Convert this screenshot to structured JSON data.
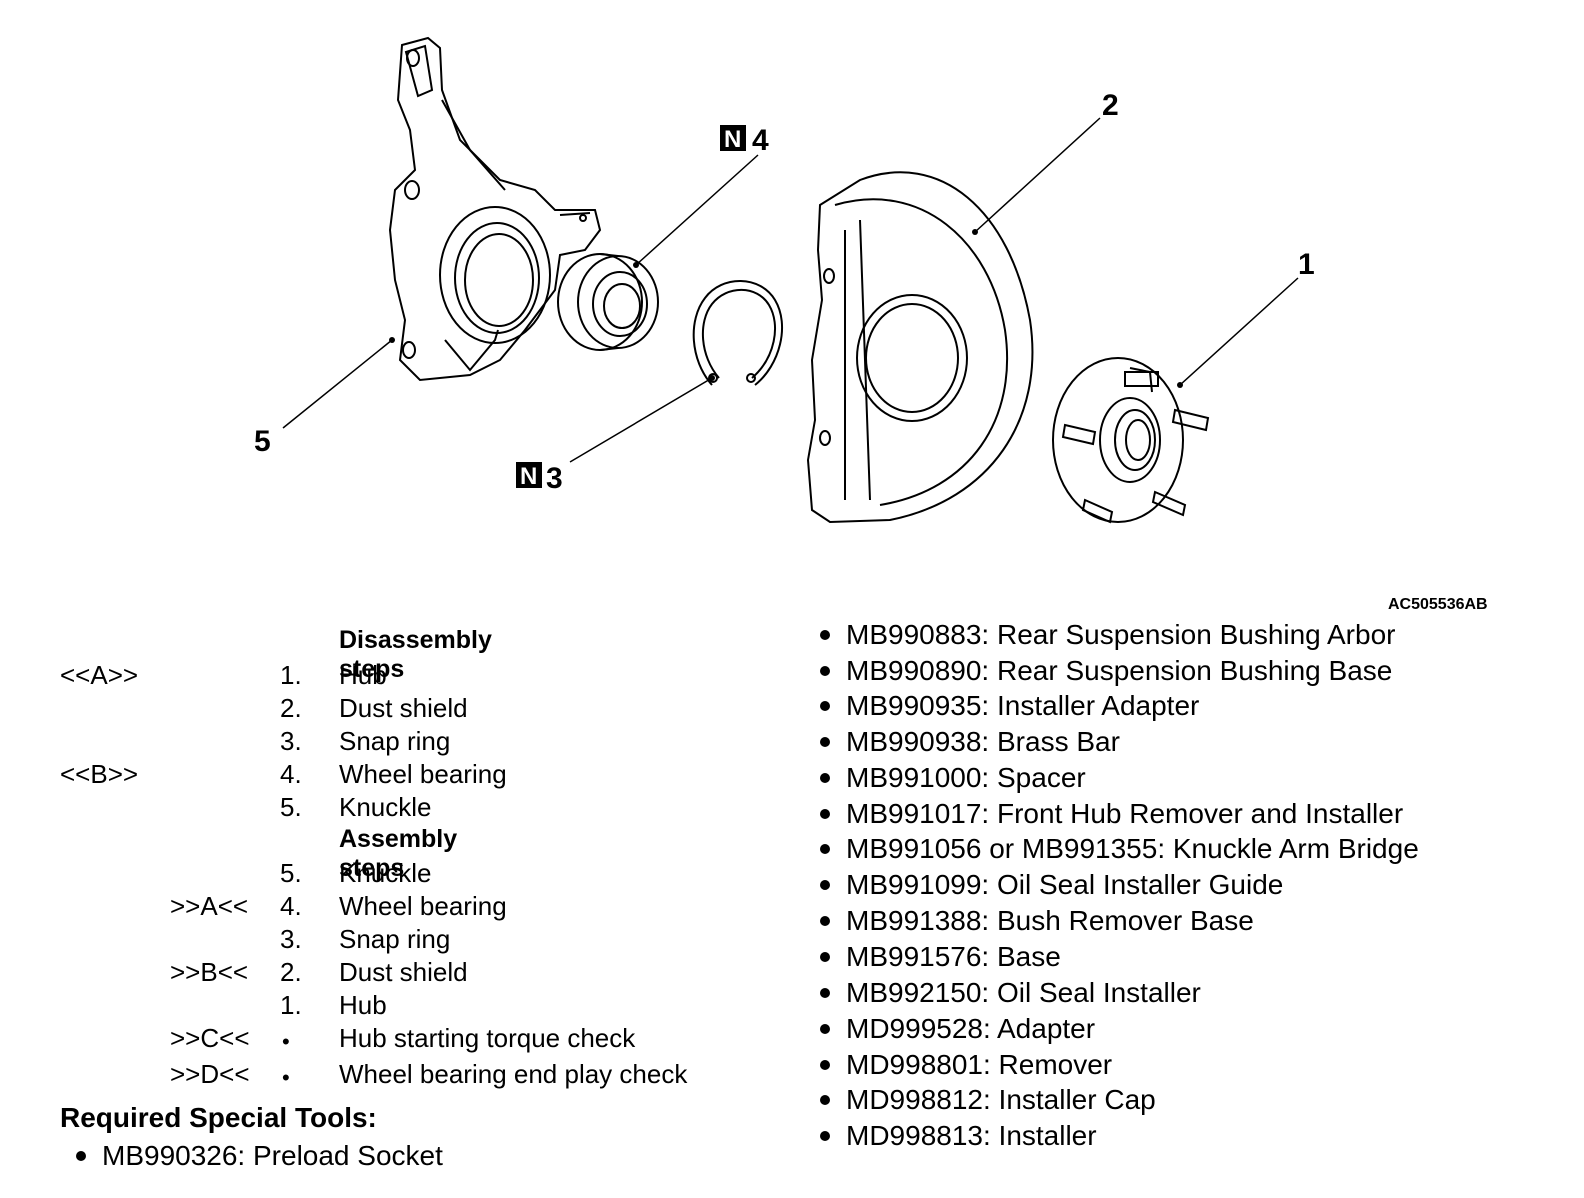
{
  "diagram": {
    "callouts": [
      "1",
      "2",
      "3",
      "4",
      "5"
    ],
    "new_part_mark": "N",
    "figure_id": "AC505536AB",
    "parts_icons": [
      "knuckle-icon",
      "wheel-bearing-icon",
      "snap-ring-icon",
      "dust-shield-icon",
      "hub-icon"
    ]
  },
  "disassembly": {
    "heading": "Disassembly steps",
    "steps": [
      {
        "mark": "<<A>>",
        "num": "1.",
        "text": "Hub"
      },
      {
        "mark": "",
        "num": "2.",
        "text": "Dust shield"
      },
      {
        "mark": "",
        "num": "3.",
        "text": "Snap ring"
      },
      {
        "mark": "<<B>>",
        "num": "4.",
        "text": "Wheel bearing"
      },
      {
        "mark": "",
        "num": "5.",
        "text": "Knuckle"
      }
    ]
  },
  "assembly": {
    "heading": "Assembly steps",
    "steps": [
      {
        "mark": "",
        "num": "5.",
        "text": "Knuckle"
      },
      {
        "mark": ">>A<<",
        "num": "4.",
        "text": "Wheel bearing"
      },
      {
        "mark": "",
        "num": "3.",
        "text": "Snap ring"
      },
      {
        "mark": ">>B<<",
        "num": "2.",
        "text": "Dust shield"
      },
      {
        "mark": "",
        "num": "1.",
        "text": "Hub"
      },
      {
        "mark": ">>C<<",
        "num": "•",
        "text": "Hub starting torque check"
      },
      {
        "mark": ">>D<<",
        "num": "•",
        "text": "Wheel bearing end play check"
      }
    ]
  },
  "tools": {
    "heading": "Required Special Tools:",
    "items": [
      "MB990326: Preload Socket",
      "MB990883: Rear Suspension Bushing Arbor",
      "MB990890: Rear Suspension Bushing Base",
      "MB990935: Installer Adapter",
      "MB990938: Brass Bar",
      "MB991000: Spacer",
      "MB991017: Front Hub Remover and Installer",
      "MB991056 or MB991355: Knuckle Arm Bridge",
      "MB991099: Oil Seal Installer Guide",
      "MB991388: Bush Remover Base",
      "MB991576: Base",
      "MB992150: Oil Seal Installer",
      "MD999528: Adapter",
      "MD998801: Remover",
      "MD998812: Installer Cap",
      "MD998813: Installer"
    ]
  }
}
